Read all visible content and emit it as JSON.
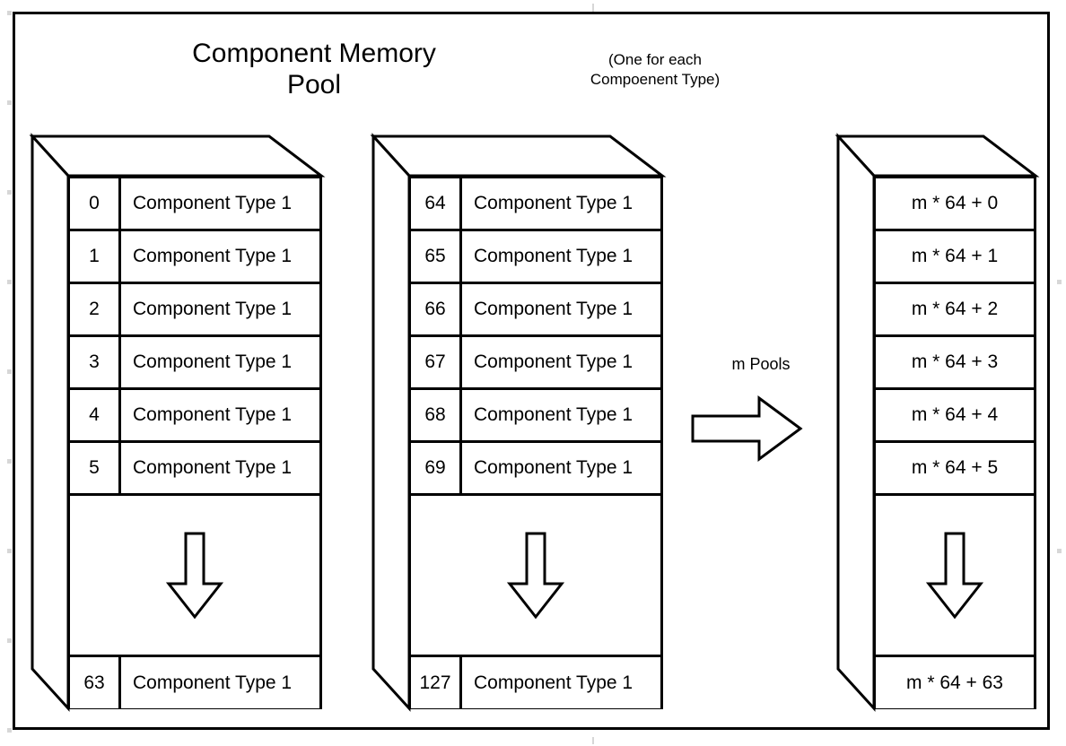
{
  "figure": {
    "title": "Component Memory\nPool",
    "title_line1": "Component Memory",
    "title_line2": "Pool",
    "subtitle_line1": "(One for each",
    "subtitle_line2": "Compoenent Type)",
    "transition_label": "m Pools",
    "arrow_right_icon": "arrow-right-icon",
    "arrow_down_icon": "arrow-down-icon",
    "stroke_color": "#000000",
    "background_color": "#ffffff"
  },
  "pools": [
    {
      "id": "pool-1",
      "has_index_column": true,
      "rows": [
        {
          "index": "0",
          "label": "Component Type 1"
        },
        {
          "index": "1",
          "label": "Component Type 1"
        },
        {
          "index": "2",
          "label": "Component Type 1"
        },
        {
          "index": "3",
          "label": "Component Type 1"
        },
        {
          "index": "4",
          "label": "Component Type 1"
        },
        {
          "index": "5",
          "label": "Component Type 1"
        }
      ],
      "gap": {
        "icon": "arrow-down-icon"
      },
      "last_row": {
        "index": "63",
        "label": "Component Type 1"
      }
    },
    {
      "id": "pool-2",
      "has_index_column": true,
      "rows": [
        {
          "index": "64",
          "label": "Component Type 1"
        },
        {
          "index": "65",
          "label": "Component Type 1"
        },
        {
          "index": "66",
          "label": "Component Type 1"
        },
        {
          "index": "67",
          "label": "Component Type 1"
        },
        {
          "index": "68",
          "label": "Component Type 1"
        },
        {
          "index": "69",
          "label": "Component Type 1"
        }
      ],
      "gap": {
        "icon": "arrow-down-icon"
      },
      "last_row": {
        "index": "127",
        "label": "Component Type 1"
      }
    },
    {
      "id": "pool-m",
      "has_index_column": false,
      "rows": [
        {
          "index": "",
          "label": "m * 64 + 0"
        },
        {
          "index": "",
          "label": "m * 64 + 1"
        },
        {
          "index": "",
          "label": "m * 64 + 2"
        },
        {
          "index": "",
          "label": "m * 64 + 3"
        },
        {
          "index": "",
          "label": "m * 64 + 4"
        },
        {
          "index": "",
          "label": "m * 64 + 5"
        }
      ],
      "gap": {
        "icon": "arrow-down-icon"
      },
      "last_row": {
        "index": "",
        "label": "m * 64 + 63"
      }
    }
  ]
}
